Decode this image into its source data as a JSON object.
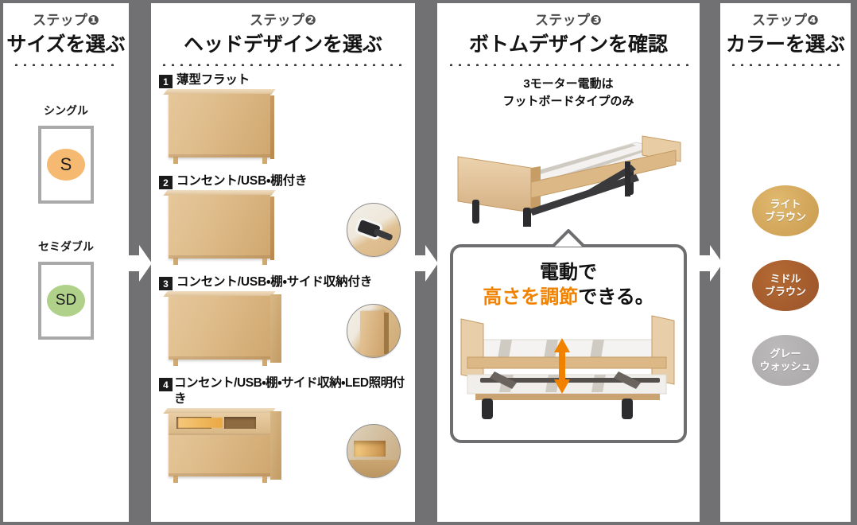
{
  "theme": {
    "background": "#717073",
    "panel_bg": "#ffffff",
    "step_label_color": "#4b4b4d",
    "title_color": "#141414",
    "accent_orange": "#f08200",
    "badge_bg": "#1b1b1b"
  },
  "steps": [
    {
      "label": "ステップ❶",
      "title": "サイズを選ぶ",
      "sizes": [
        {
          "name": "シングル",
          "code": "S",
          "color": "#f5b971"
        },
        {
          "name": "セミダブル",
          "code": "SD",
          "color": "#b0d18a"
        }
      ]
    },
    {
      "label": "ステップ❷",
      "title": "ヘッドデザインを選ぶ",
      "options": [
        {
          "number": "1",
          "text": "薄型フラット",
          "detail_icon": ""
        },
        {
          "number": "2",
          "text": "コンセント/USB・棚付き",
          "detail_icon": "usb-outlet-detail-photo"
        },
        {
          "number": "3",
          "text": "コンセント/USB・棚・サイド収納付き",
          "detail_icon": "side-storage-detail-photo"
        },
        {
          "number": "4",
          "text": "コンセント/USB・棚・サイド収納・LED照明付き",
          "detail_icon": "led-light-detail-photo"
        }
      ]
    },
    {
      "label": "ステップ❸",
      "title": "ボトムデザインを確認",
      "note_line1": "3モーター電動は",
      "note_line2": "フットボードタイプのみ",
      "callout": {
        "line1": "電動で",
        "line2_highlight": "高さを調節",
        "line2_tail": "できる。"
      }
    },
    {
      "label": "ステップ❹",
      "title": "カラーを選ぶ",
      "colors": [
        {
          "line1": "ライト",
          "line2": "ブラウン",
          "hex": "#d2a martial"
        },
        {
          "line1": "ミドル",
          "line2": "ブラウン",
          "hex": "#a85f2e"
        },
        {
          "line1": "グレー",
          "line2": "ウォッシュ",
          "hex": "#b3b1b2"
        }
      ]
    }
  ]
}
